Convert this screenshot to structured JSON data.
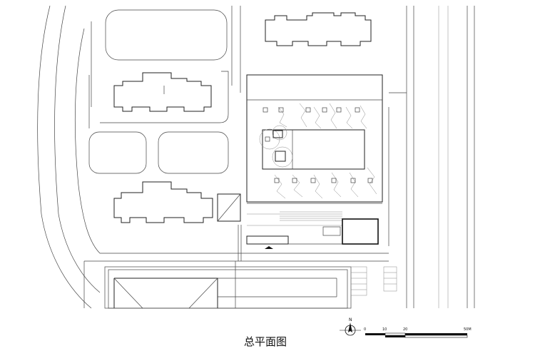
{
  "title": "总平面图",
  "north_label": "N",
  "scale_bar": {
    "labels": [
      "0",
      "10",
      "20",
      "50M"
    ],
    "values_m": [
      0,
      10,
      20,
      50
    ]
  },
  "colors": {
    "line": "#444444",
    "bold": "#111111",
    "background": "#ffffff"
  }
}
